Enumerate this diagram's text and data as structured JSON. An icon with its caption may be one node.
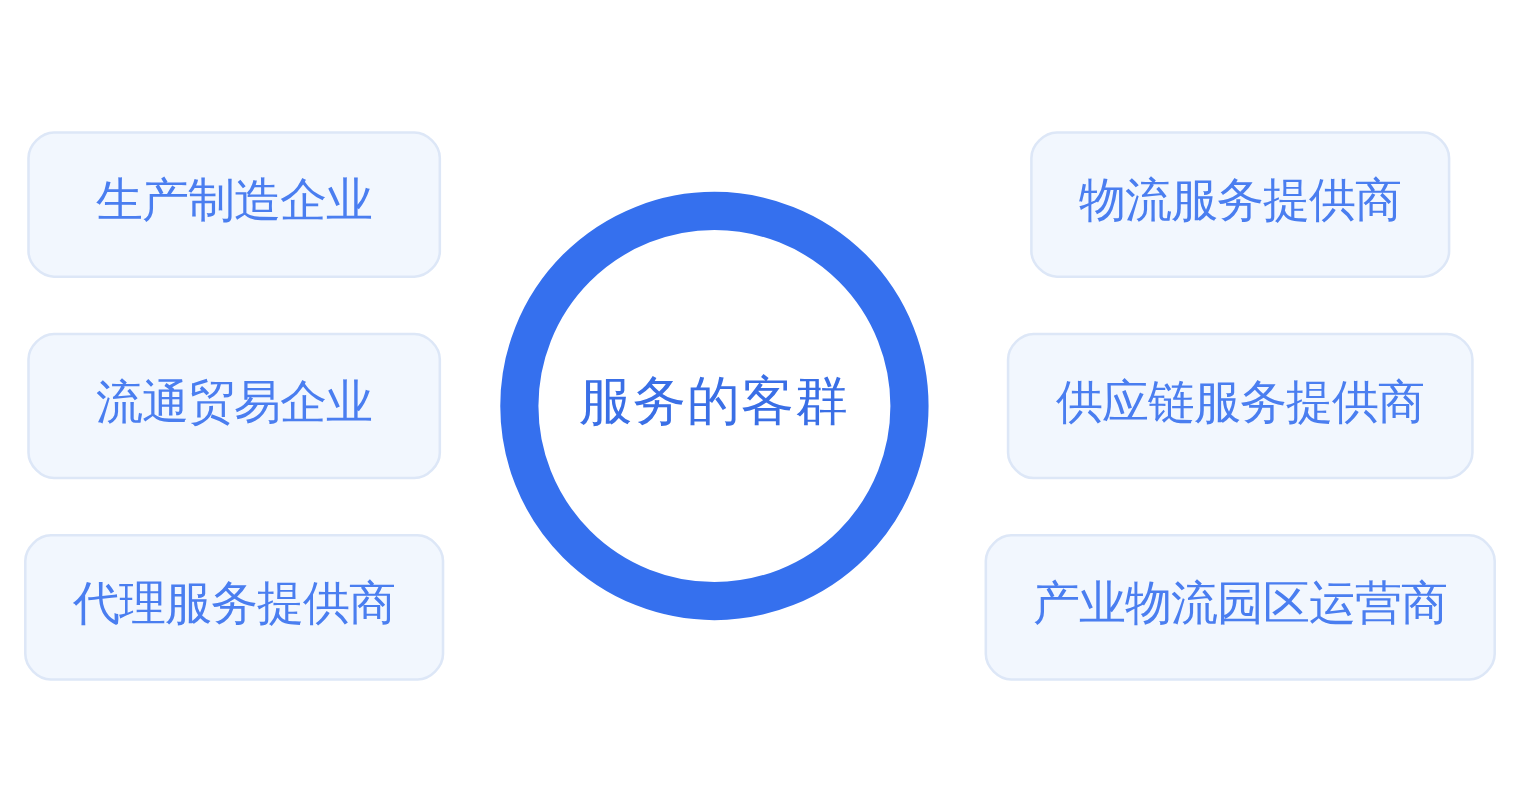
{
  "diagram": {
    "nodes": [
      {
        "text": [
          "生产制造企业"
        ]
      },
      {
        "text": [
          "物流服务提供商"
        ]
      },
      {
        "text": [
          "流通贸易企业"
        ]
      },
      {
        "text": [
          "服务的客群"
        ]
      },
      {
        "text": [
          "供应链服务提供商"
        ]
      },
      {
        "text": [
          "代理服务提供商"
        ]
      },
      {
        "text": [
          "产业物流园区运营商"
        ]
      }
    ]
  }
}
